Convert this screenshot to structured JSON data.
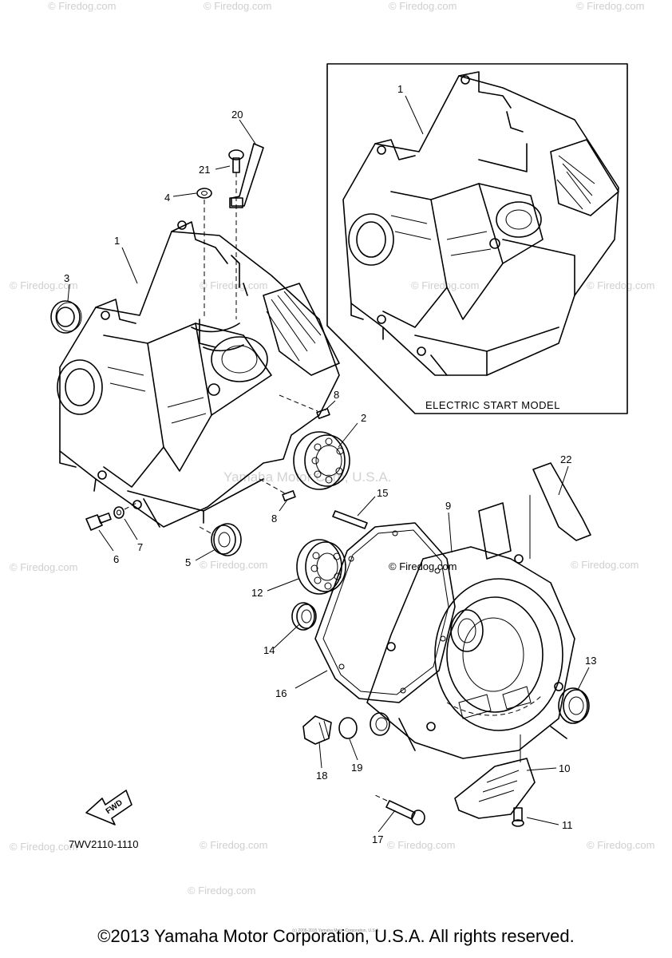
{
  "inset": {
    "label": "ELECTRIC START MODEL",
    "callout": "1"
  },
  "fwd_label": "FWD",
  "diagram_code": "7WV2110-1110",
  "callouts": [
    "1",
    "2",
    "3",
    "4",
    "5",
    "6",
    "7",
    "8",
    "8",
    "9",
    "10",
    "11",
    "12",
    "13",
    "14",
    "15",
    "16",
    "17",
    "18",
    "19",
    "20",
    "21",
    "22"
  ],
  "watermarks": [
    "© Firedog.com",
    "© Firedog.com",
    "© Firedog.com",
    "© Firedog.com",
    "© Firedog.com",
    "© Firedog.com",
    "© Firedog.com",
    "© Firedog.com",
    "© Firedog.com",
    "© Firedog.com",
    "© Firedog.com",
    "© Firedog.com",
    "© Firedog.com",
    "© Firedog.com",
    "© Firedog.com",
    "© Firedog.com"
  ],
  "center_watermark": "Yamaha Motor Corp, U.S.A.",
  "center_firedog": "© Firedog.com",
  "tiny_notice": "(c) 2005-2015 Yamaha Motor Corporation, U.S.A.",
  "copyright": "©2013 Yamaha Motor Corporation, U.S.A. All rights reserved."
}
